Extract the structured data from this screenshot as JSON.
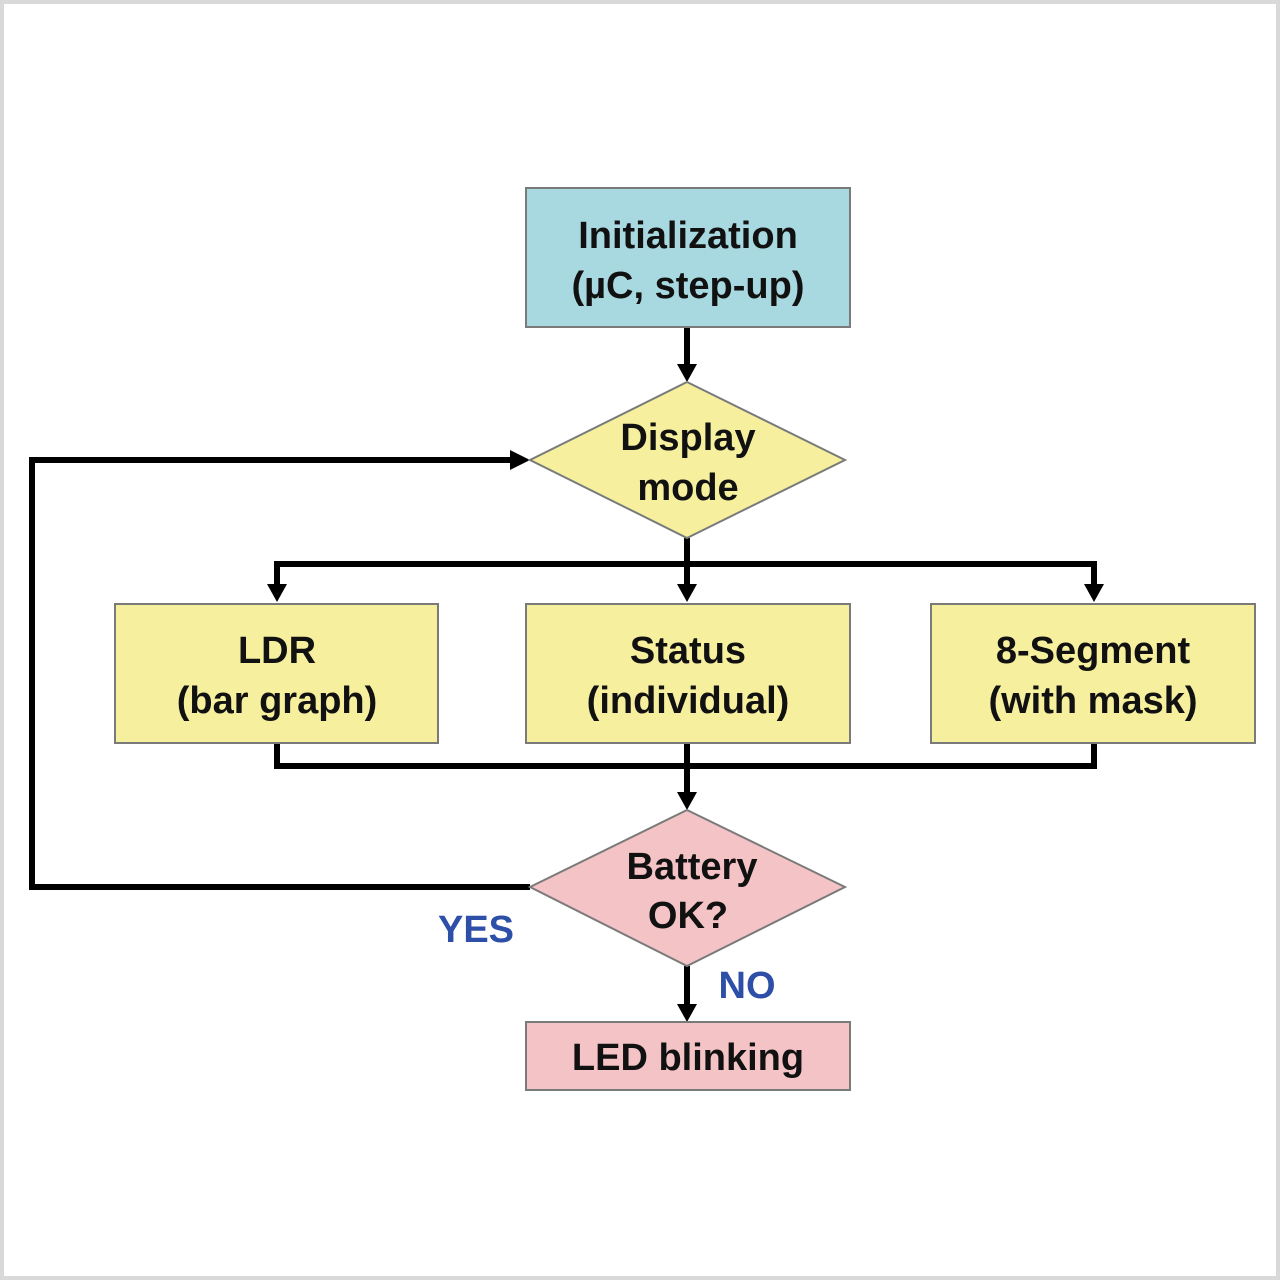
{
  "diagram": {
    "colors": {
      "init_fill": "#a8d8e0",
      "mode_fill": "#f5ef9e",
      "battery_fill": "#f4c3c6",
      "node_stroke": "#7a7a7a",
      "edge_color": "#000000",
      "branch_label_color": "#2e4fa8"
    },
    "nodes": {
      "initialization": {
        "line1": "Initialization",
        "line2": "(µC, step-up)"
      },
      "display_mode": {
        "line1": "Display",
        "line2": "mode"
      },
      "ldr": {
        "line1": "LDR",
        "line2": "(bar graph)"
      },
      "status": {
        "line1": "Status",
        "line2": "(individual)"
      },
      "segment": {
        "line1": "8-Segment",
        "line2": "(with mask)"
      },
      "battery": {
        "line1": "Battery",
        "line2": "OK?"
      },
      "led": {
        "line1": "LED blinking"
      }
    },
    "edge_labels": {
      "yes": "YES",
      "no": "NO"
    }
  }
}
